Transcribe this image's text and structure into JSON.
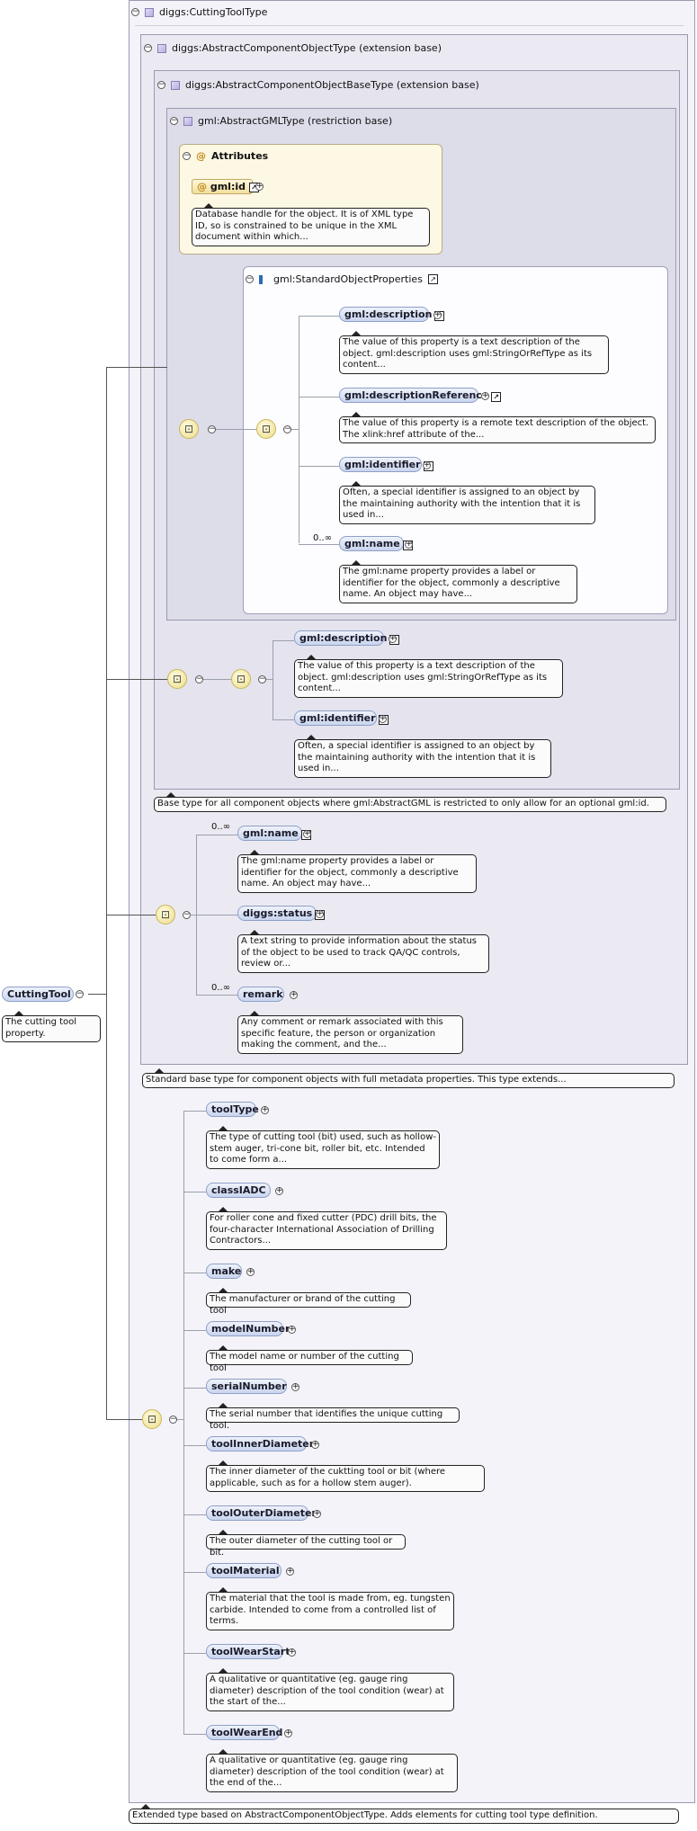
{
  "types": {
    "cutting_tool_type": "diggs:CuttingToolType",
    "abstract_component": "diggs:AbstractComponentObjectType (extension base)",
    "abstract_component_base": "diggs:AbstractComponentObjectBaseType (extension base)",
    "abstract_gml": "gml:AbstractGMLType (restriction base)",
    "attributes": "Attributes",
    "standard_object_properties": "gml:StandardObjectProperties"
  },
  "icons": {
    "attribute": "@",
    "expand": "↗",
    "plus": "+",
    "minus": "−",
    "sequence": "⊡"
  },
  "root": {
    "label": "CuttingTool",
    "doc": "The cutting tool property."
  },
  "gml_id": {
    "label": "gml:id",
    "doc": "Database handle for the object. It is of XML type ID, so is constrained to be unique in the XML document within which..."
  },
  "sop_elements": [
    {
      "label": "gml:description",
      "doc": "The value of this property is a text description of the object. gml:description uses gml:StringOrRefType as its content..."
    },
    {
      "label": "gml:descriptionReference",
      "doc": "The value of this property is a remote text description of the object. The xlink:href attribute of the..."
    },
    {
      "label": "gml:identifier",
      "doc": "Often, a special identifier is assigned to an object by the maintaining authority with the intention that it is used in..."
    },
    {
      "label": "gml:name",
      "card": "0..∞",
      "doc": "The gml:name property provides a label or identifier for the object, commonly a descriptive name. An object may have..."
    }
  ],
  "restricted_elements": [
    {
      "label": "gml:description",
      "doc": "The value of this property is a text description of the object. gml:description uses gml:StringOrRefType as its content..."
    },
    {
      "label": "gml:identifier",
      "doc": "Often, a special identifier is assigned to an object by the maintaining authority with the intention that it is used in..."
    }
  ],
  "base_doc": "Base type for all component objects where gml:AbstractGML is restricted to only allow for an optional gml:id.",
  "component_elements": [
    {
      "label": "gml:name",
      "card": "0..∞",
      "doc": "The gml:name property provides a label or identifier for the object, commonly a descriptive name. An object may have..."
    },
    {
      "label": "diggs:status",
      "doc": "A text string to provide information about the status of the object to be used to track QA/QC controls, review or..."
    },
    {
      "label": "remark",
      "card": "0..∞",
      "doc": "Any comment or remark associated with this specific feature, the person or organization making the comment, and the..."
    }
  ],
  "standard_doc": "Standard base type for component objects with full metadata properties. This type extends...",
  "tool_elements": [
    {
      "label": "toolType",
      "doc": "The type of cutting tool (bit) used, such as hollow-stem auger, tri-cone bit, roller bit, etc. Intended to come form a..."
    },
    {
      "label": "classIADC",
      "doc": "For roller cone and fixed cutter (PDC) drill bits, the four-character International Association of Drilling Contractors..."
    },
    {
      "label": "make",
      "doc": "The manufacturer or brand of the cutting tool"
    },
    {
      "label": "modelNumber",
      "doc": "The model name or number of the cutting tool"
    },
    {
      "label": "serialNumber",
      "doc": "The serial number that identifies the unique cutting tool."
    },
    {
      "label": "toolInnerDiameter",
      "doc": "The inner diameter of the cuktting tool or bit (where applicable, such as for a hollow stem auger)."
    },
    {
      "label": "toolOuterDiameter",
      "doc": "The outer diameter of the cutting tool or bit."
    },
    {
      "label": "toolMaterial",
      "doc": "The material that the tool is made from, eg. tungsten carbide. Intended to come from a controlled list of terms."
    },
    {
      "label": "toolWearStart",
      "doc": "A qualitative or quantitative (eg. gauge ring diameter) description of the tool condition (wear) at the start of the..."
    },
    {
      "label": "toolWearEnd",
      "doc": "A qualitative or quantitative (eg. gauge ring diameter) description of the tool condition (wear) at the end of the..."
    }
  ],
  "extended_doc": "Extended type based on AbstractComponentObjectType. Adds elements for cutting tool type definition."
}
